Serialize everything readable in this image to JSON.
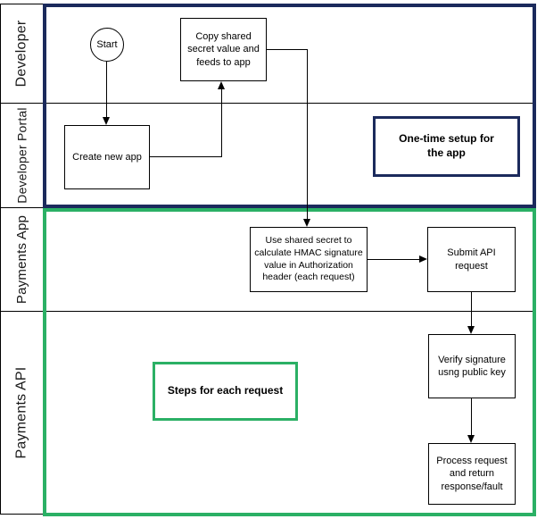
{
  "diagram": {
    "title": "HMAC API request signing swimlane flow",
    "colors": {
      "navy_group_border": "#1b2a5c",
      "green_group_border": "#2bb065",
      "connector": "#000000",
      "node_background": "#ffffff"
    },
    "lanes": [
      {
        "label": "Developer"
      },
      {
        "label": "Developer Portal"
      },
      {
        "label": "Payments App"
      },
      {
        "label": "Payments API"
      }
    ],
    "nodes": {
      "start": "Start",
      "copy_shared": "Copy shared\nsecret value and\nfeeds to app",
      "create_app": "Create new app",
      "one_time_note": "One-time setup for\nthe app",
      "use_secret": "Use shared secret to\ncalculate HMAC signature\nvalue in Authorization\nheader (each request)",
      "submit_api": "Submit API\nrequest",
      "steps_note": "Steps for each request",
      "verify_sig": "Verify signature\nusng public key",
      "process_req": "Process request\nand return\nresponse/fault"
    }
  }
}
